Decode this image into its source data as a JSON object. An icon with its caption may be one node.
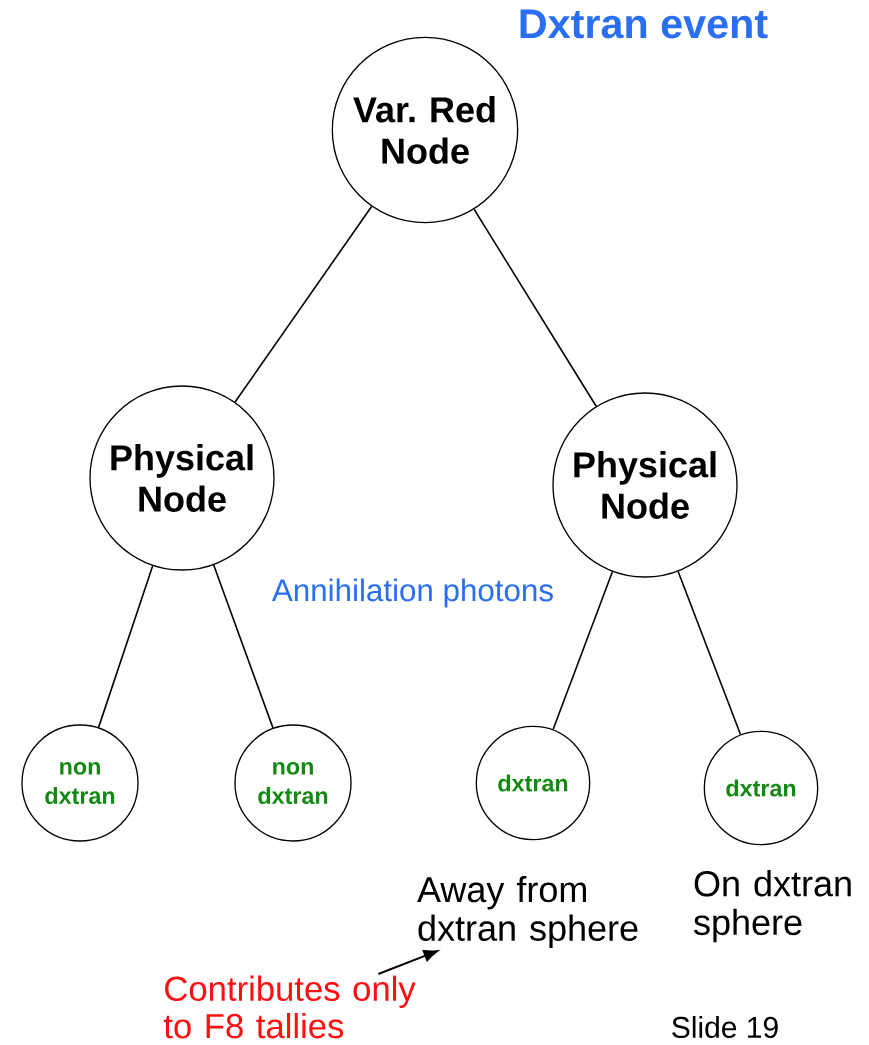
{
  "diagram": {
    "title": "Dxtran event",
    "nodes": [
      {
        "text": [
          "Var. Red Node"
        ]
      },
      {
        "text": [
          "Physical Node"
        ]
      },
      {
        "text": [
          "Physical Node"
        ]
      },
      {
        "text": [
          "non dxtran"
        ]
      },
      {
        "text": [
          "non dxtran"
        ]
      },
      {
        "text": [
          "dxtran"
        ]
      },
      {
        "text": [
          "dxtran"
        ],
        "beside": [
          "On dxtran sphere"
        ]
      },
      {
        "text": [
          "Contributes only to F8 tallies"
        ]
      },
      {
        "text": [
          "Away from dxtran sphere"
        ]
      }
    ],
    "edges": [
      {
        "from": 0,
        "to": 1,
        "arrow": "none"
      },
      {
        "from": 0,
        "to": 2,
        "arrow": "none"
      },
      {
        "from": 1,
        "to": 3,
        "arrow": "none"
      },
      {
        "from": 1,
        "to": 4,
        "arrow": "none"
      },
      {
        "from": 2,
        "to": 5,
        "arrow": "none"
      },
      {
        "from": 2,
        "to": 6,
        "arrow": "none"
      },
      {
        "from": 7,
        "to": 8,
        "arrow": "to"
      }
    ],
    "labels": [
      "Annihilation photons",
      "Slide 19"
    ]
  }
}
